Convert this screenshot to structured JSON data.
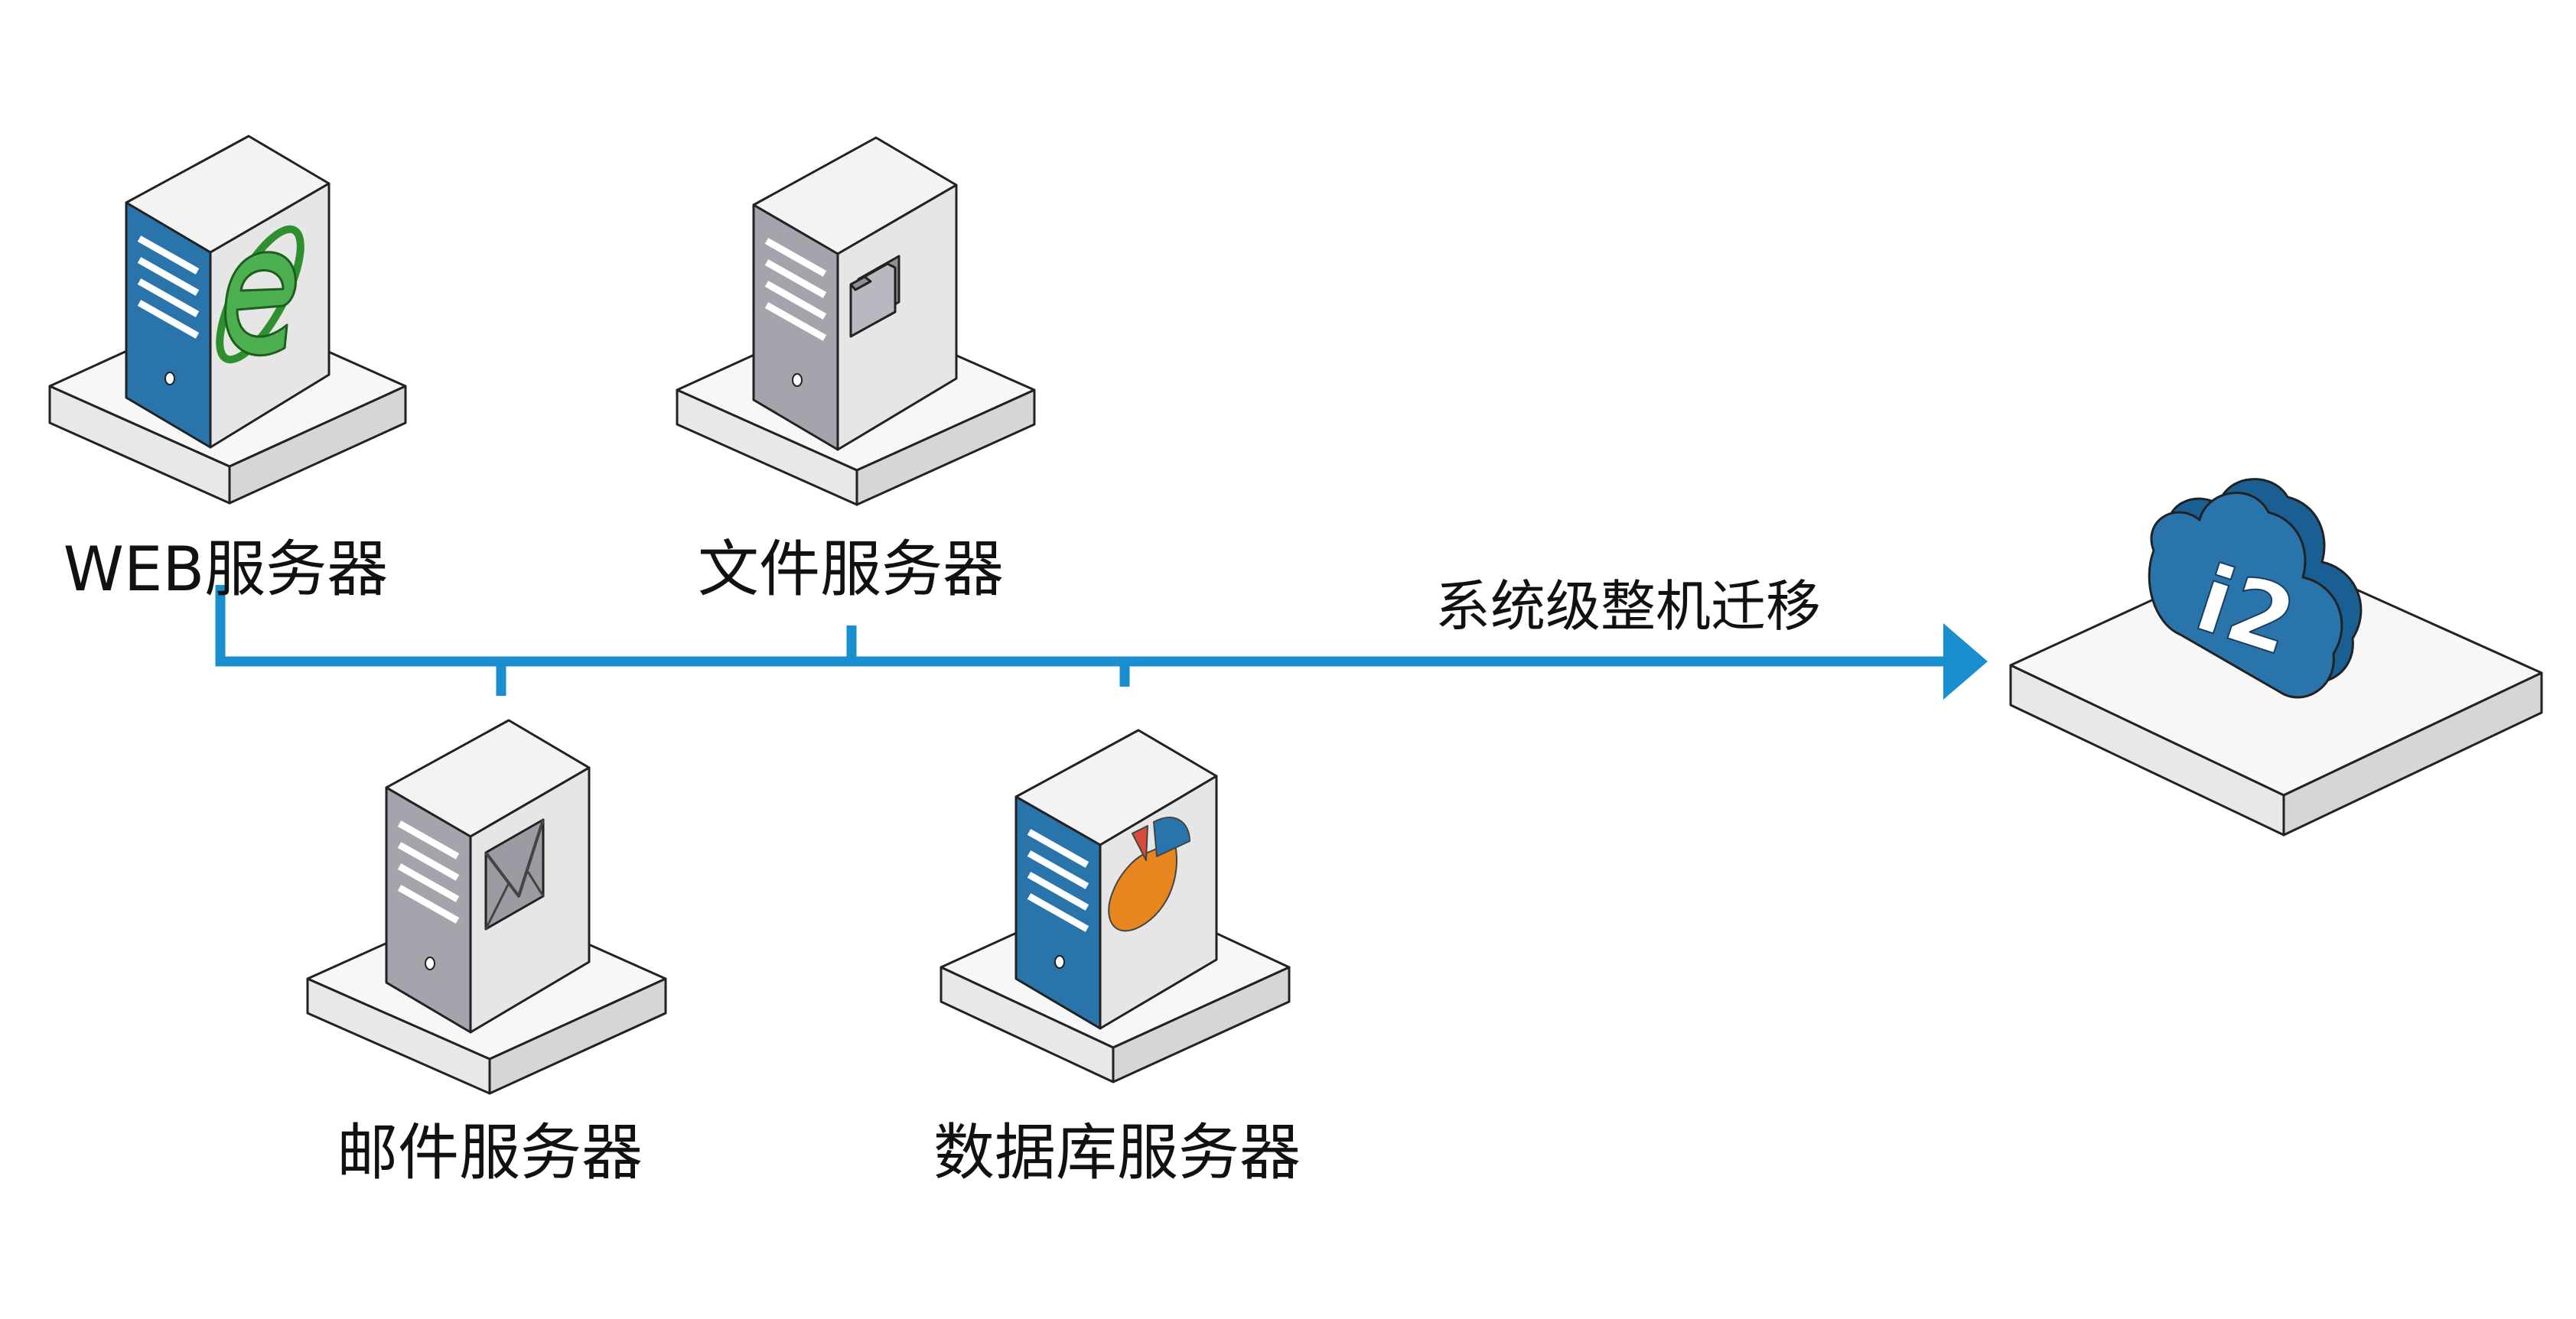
{
  "nodes": {
    "web": {
      "label": "WEB服务器",
      "icon": "ie-browser-icon"
    },
    "file": {
      "label": "文件服务器",
      "icon": "folder-icon"
    },
    "mail": {
      "label": "邮件服务器",
      "icon": "envelope-icon"
    },
    "db": {
      "label": "数据库服务器",
      "icon": "pie-chart-icon"
    },
    "cloud": {
      "label": "i2",
      "icon": "cloud-icon"
    }
  },
  "connector": {
    "label": "系统级整机迁移",
    "color": "#1a8fd0"
  },
  "colors": {
    "accent_blue": "#2a74ac",
    "server_gray_side": "#a3a4ac",
    "server_light": "#e6e6e6",
    "platform_top": "#f7f7f7",
    "orange": "#e8851e",
    "green": "#4caf50"
  }
}
